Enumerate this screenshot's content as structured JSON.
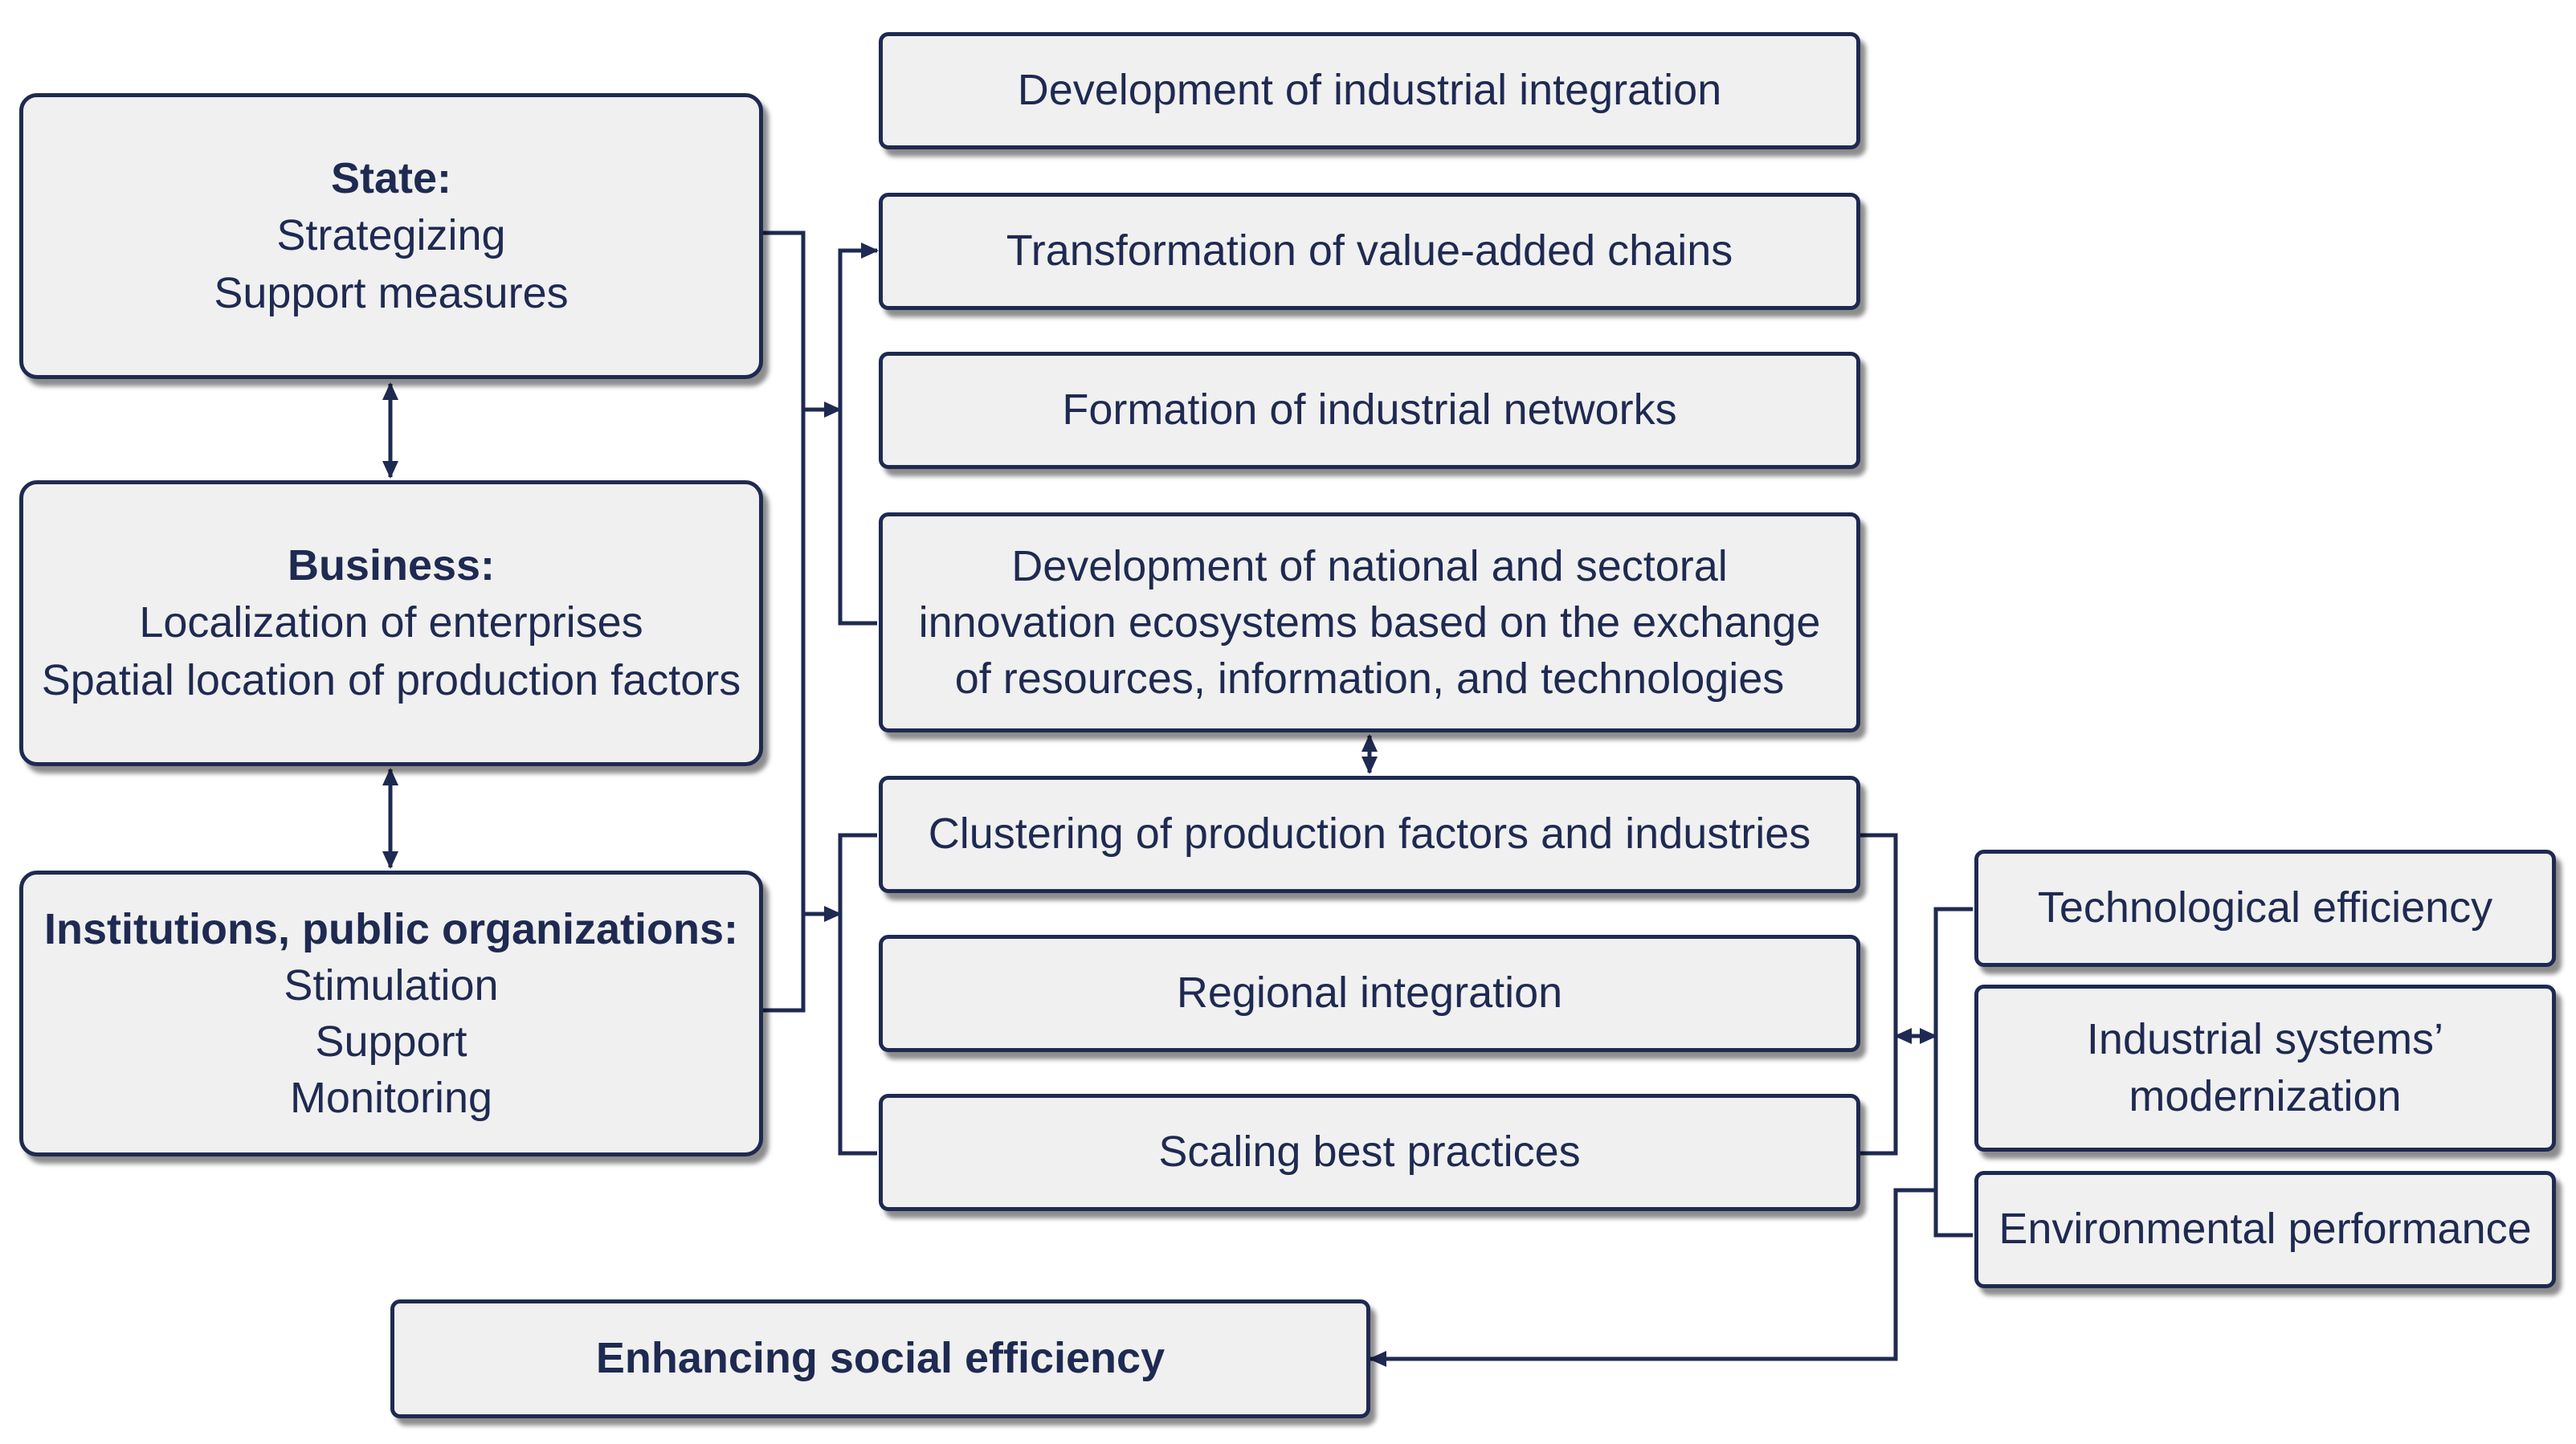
{
  "actors": {
    "state": {
      "heading": "State:",
      "lines": [
        "Strategizing",
        "Support measures"
      ]
    },
    "business": {
      "heading": "Business:",
      "lines": [
        "Localization of enterprises",
        "Spatial location of production factors"
      ]
    },
    "institutions": {
      "heading": "Institutions, public organizations:",
      "lines": [
        "Stimulation",
        "Support",
        "Monitoring"
      ]
    }
  },
  "directions": [
    "Development of industrial integration",
    "Transformation of value-added chains",
    "Formation of industrial networks",
    "Development of national and sectoral innovation ecosystems based on the exchange of resources, information, and technologies",
    "Clustering of production factors and industries",
    "Regional integration",
    "Scaling best practices"
  ],
  "outcomes": [
    "Technological efficiency",
    "Industrial systems’ modernization",
    "Environmental performance"
  ],
  "final_outcome": "Enhancing social efficiency",
  "colors": {
    "line": "#1f2a52",
    "box_fill": "#f0f0f0",
    "text": "#1f2a52"
  }
}
